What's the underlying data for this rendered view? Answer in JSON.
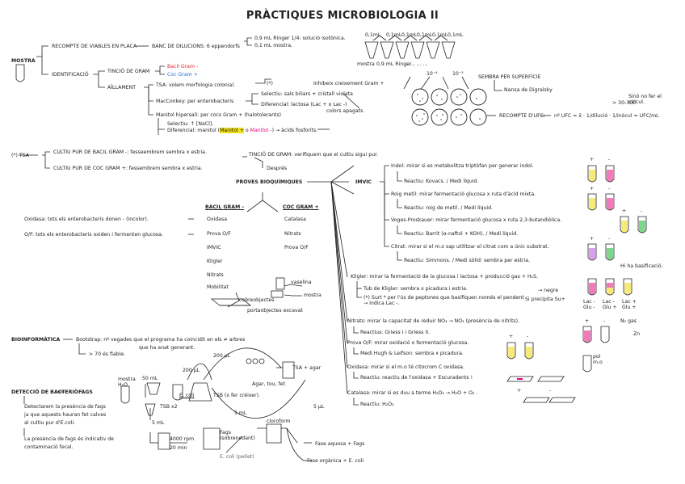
{
  "title": "PRÀCTIQUES MICROBIOLOGIA II",
  "colors": {
    "pink": "#e6007e",
    "red": "#e3262a",
    "blue": "#1f6fd1",
    "yellow": "#f2e21a",
    "green": "#2fa84f",
    "purple": "#7b2fa8",
    "lilac": "#d9a0f0",
    "tube_yellow": "#f6ea78",
    "tube_green": "#7dd68b",
    "tube_pink": "#f27ab8"
  },
  "s1": {
    "mostra": "MOSTRA",
    "recompte": "RECOMPTE DE VIABLES EN PLACA",
    "banc": "BANC DE DILUCIONS: 6 eppendorfs",
    "ringer_a": "0,9 mL Ringer 1/4: solució isotònica.",
    "ringer_b": "0,1 mL mostra.",
    "identificacio": "IDENTIFICACIÓ",
    "tincio_gram": "TINCIÓ DE GRAM",
    "bacil_gram": "Bacil Gram -",
    "coc_gram": "Coc Gram +",
    "aillament": "AÏLLAMENT",
    "tsa_desc": "TSA: volem morfologia colonial.",
    "tsa_mark": "(*)",
    "inhibeix": "Inhibeix creixement Gram +",
    "maconkey": "MacConkey: per enterobacteris",
    "selectiu": "Selectiu: sals biliars + cristall violeta",
    "diferencial": "Diferencial: lactosa (Lac + o Lac -)",
    "colors_apagats": "colors apagats.",
    "manitol": "Manitol hipersalí: per cocs Gram + (halotolerants)",
    "selectiu2": "Selectiu: ↑ [NaCl].",
    "diferencial2": "Diferencial: manitol (",
    "manitol_pos": "Manitol +",
    "o_word": "o",
    "manitol_neg": "Manitol -",
    "acids": ") → àcids fosforits.",
    "dil_1": "0,1mL",
    "dil_2": "0,1mL",
    "dil_3": "0,1mL",
    "dil_4": "0,1mL",
    "dil_5": "0,1mL",
    "dil_6": "0,1mL",
    "label_mostra": "mostra",
    "label_ringer": "0,9 mL Ringer",
    "label_dots": "... ... ... ...",
    "label_104": "10⁻⁴",
    "label_105": "10⁻⁵",
    "sembra": "SEMBRA PER SUPERFÍCIE",
    "nansa": "Nansa de Digralsky",
    "recompte_ufc": "RECOMPTE D'UFC:",
    "ufc_formula": "nº UFC = x̄ · 1/dilució · 1/inòcul = UFC/mL",
    "ufc_range": "> 30-300",
    "ufc_note": "Sinó no fer el càlcul."
  },
  "s2": {
    "tsa_mark": "(*) TSA",
    "cultiu_bacil": "CULTIU PUR DE BACIL GRAM -: fesseembrem sembra x estria.",
    "cultiu_coc": "CULTIU PUR DE COC GRAM +: fessembrem sembra x estria.",
    "tincio": "TINCIÓ DE GRAM: verifiquem que el cultiu sigui pur.",
    "despres": "Després",
    "proves": "PROVES BIOQUÍMIQUES",
    "bacil_hdr": "BACIL GRAM -",
    "coc_hdr": "COC GRAM +",
    "left_items": [
      "Oxidasa",
      "Prova O/F",
      "IMVIC",
      "Kligler",
      "Nitrats",
      "Mobilitat"
    ],
    "right_items": [
      "Catalasa",
      "Nitrats",
      "Prova O/F"
    ],
    "oxidasa_note": "Oxidasa: tots els enterobacteris donen - (incolor).",
    "of_note": "O/F: tots els enterobacteris oxiden i fermenten glucosa.",
    "cobreobjectes": "cobreobjectes",
    "vaselina": "vaselina",
    "mostra_small": "mostra",
    "portaobjectes": "portaobjectes excavat"
  },
  "s3": {
    "imvic": "IMVIC",
    "indol": "Indol: mirar si es metabolitza triptòfan per generar indol.",
    "indol_r": "Reactiu: Kovacs. / Medi líquid.",
    "roig": "Roig metil: mirar fermentació glucosa x ruta d'àcid mixta.",
    "roig_r": "Reactiu: roig de metil. / Medi líquid.",
    "voges": "Voges-Proskauer: mirar fermentació glucosa x ruta 2,3-butandiòlica.",
    "voges_r": "Reactiu: Barrit (α-naftol + KOH). / Medi líquid.",
    "citrat": "Citrat: mirar si el m.o sap utilitzar el citrat com a únic substrat.",
    "citrat_r": "Reactiu: Simmons. / Medi sòlid: sembra per estria.",
    "basificacio": "Hi ha basificació.",
    "kligler": "Kligler: mirar la fermentació de la glucosa i lactosa + producció gas + H₂S.",
    "kligler_tub": "Tub de Kligler: sembra x picadura i estria.",
    "negre": "→ negre",
    "precipita": "Si precipita Su+",
    "kligler_star": "(*) Surt * per l'ús de peptones que basifiquen només el pendent → Indica Lac -.",
    "lac_labels": [
      "Lac - Glu -",
      "Lac - Glu +",
      "Lac + Glu +"
    ],
    "nitrats": "Nitrats: mirar la capacitat de reduir NO₃ → NO₂ (presència de nitrits).",
    "nitrats_r": "Reactius: Griess I i Griess II.",
    "prova_of": "Prova O/F: mirar oxidació o fermentació glucosa.",
    "prova_of_r": "Medi Hugh & Leifson: sembra x picadura.",
    "oxidasa": "Oxidasa: mirar si el m.o té citocrom C oxidasa.",
    "oxidasa_r": "Reactiu: reactiu de l'oxidasa + Escuradents !",
    "catalasa": "Catalasa: mirar si es duu a terme H₂O₂ → H₂O + O₂ .",
    "catalasa_r": "Reactiu: H₂O₂",
    "n2gas": "N₂ gas",
    "zn": "Zn",
    "pol_mo": "pol m.o",
    "plus": "+",
    "minus": "-"
  },
  "s4": {
    "bioinformatica": "BIOINFORMÀTICA",
    "bootstrap": "Bootstrap: nº vegades que el programa ha coincidit en els ≠ arbres",
    "bootstrap2": "que ha anat generant.",
    "fiable": "> 70 és fiable.",
    "deteccio": "DETECCIÓ DE BACTERIÒFAGS",
    "det1": "Detectarem la presència de fags",
    "det2": "ja que aquests hauran fet calves",
    "det3": "al cultiu pur d'E.coli.",
    "det4": "La presència de fags és indicativ de",
    "det5": "contaminació fecal.",
    "mostra_h2o": "mostra H₂O",
    "ml50": "50 mL",
    "tsb": "TSB x2",
    "ecoli": "E. coli",
    "tsb_lab": "TSB (x fer créixer).",
    "ul200a": "200 µL",
    "ul200b": "200 µL",
    "tsa_agar": "TSA + agar",
    "agar": "Agar, tou, fet",
    "ml5": "5 mL",
    "ml5b": "5 mL",
    "ul5": "5 µL",
    "rpm": "4000 rpm",
    "min": "20 min",
    "fags": "Fags (sobrenedant)",
    "ecoli_pellet": "E. coli (pellet)",
    "cloroform": "cloroform",
    "fase_aquosa": "Fase aquosa + Fags",
    "fase_organica": "Fase orgànica + E. coli"
  }
}
